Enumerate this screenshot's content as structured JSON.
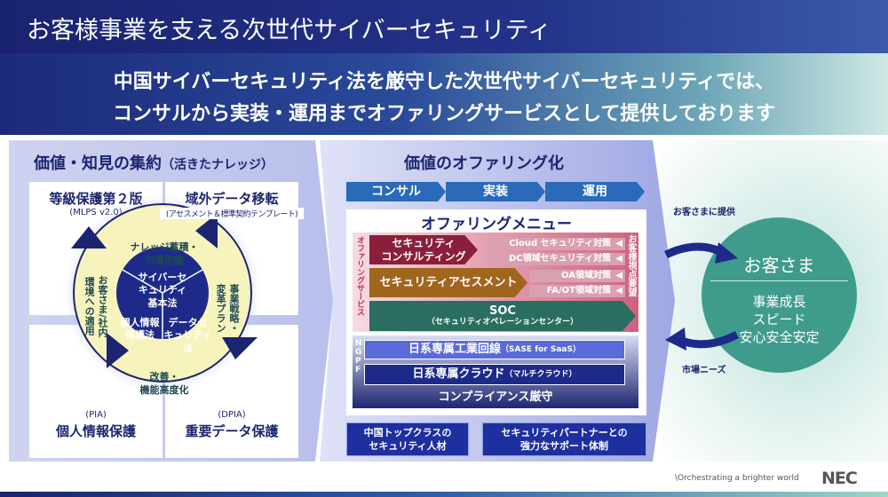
{
  "header": {
    "title": "お客様事業を支える次世代サイバーセキュリティ"
  },
  "subheader": {
    "line1": "中国サイバーセキュリティ法を厳守した次世代サイバーセキュリティでは、",
    "line2": "コンサルから実装・運用までオファリングサービスとして提供しております"
  },
  "left": {
    "title": "価値・知見の集約",
    "title_note": "（活きたナレッジ）",
    "quadrants": [
      {
        "title": "等級保護第２版",
        "note": "(MLPS v2.0)"
      },
      {
        "title": "域外データ移転",
        "note": "(アセスメント＆標準契約テンプレート)"
      },
      {
        "note": "(PIA)",
        "title": "個人情報保護"
      },
      {
        "note": "(DPIA)",
        "title": "重要データ保護"
      }
    ],
    "cycle": {
      "top": "ナレッジ蓄積・\n市場把握",
      "right": "事業戦略・\n変革プラン",
      "bottom": "改善・\n機能高度化",
      "left": "お客さま/社内\n環境への適用"
    },
    "core": {
      "top": "サイバーセ\nキュリティ\n基本法",
      "left": "個人情報\n保護法",
      "right": "データセ\nキュリティ\n法"
    }
  },
  "middle": {
    "title": "価値のオファリング化",
    "steps": [
      "コンサル",
      "実装",
      "運用"
    ],
    "menu_title": "オファリングメニュー",
    "side_label": "オファリングサービス",
    "right_label": "お客様視点要望",
    "offerings": [
      {
        "label": "セキュリティ\nコンサルティング",
        "color": "#8a1f3c"
      },
      {
        "label": "セキュリティアセスメント",
        "color": "#a0661e"
      },
      {
        "label": "SOC",
        "sub": "（セキュリティオペレーションセンター）",
        "color": "#2a6e62"
      }
    ],
    "tags": [
      "Cloud セキュリティ対策",
      "DC領域セキュリティ対策",
      "OA領域対策",
      "FA/OT領域対策"
    ],
    "ngpf_label": "NGPF",
    "ngpf": [
      {
        "label": "日系専属工業回線",
        "note": "（SASE for SaaS）"
      },
      {
        "label": "日系専属クラウド",
        "note": "（マルチクラウド）"
      }
    ],
    "compliance": "コンプライアンス厳守",
    "bottom_boxes": [
      "中国トップクラスの\nセキュリティ人材",
      "セキュリティパートナーとの\n強力なサポート体制"
    ]
  },
  "right": {
    "provide_label": "お客さまに提供",
    "needs_label": "市場ニーズ",
    "circle_title": "お客さま",
    "circle_lines": [
      "事業成長",
      "スピード",
      "安心安全安定"
    ]
  },
  "footer": {
    "tagline": "\\Orchestrating a brighter world",
    "logo": "NEC"
  }
}
